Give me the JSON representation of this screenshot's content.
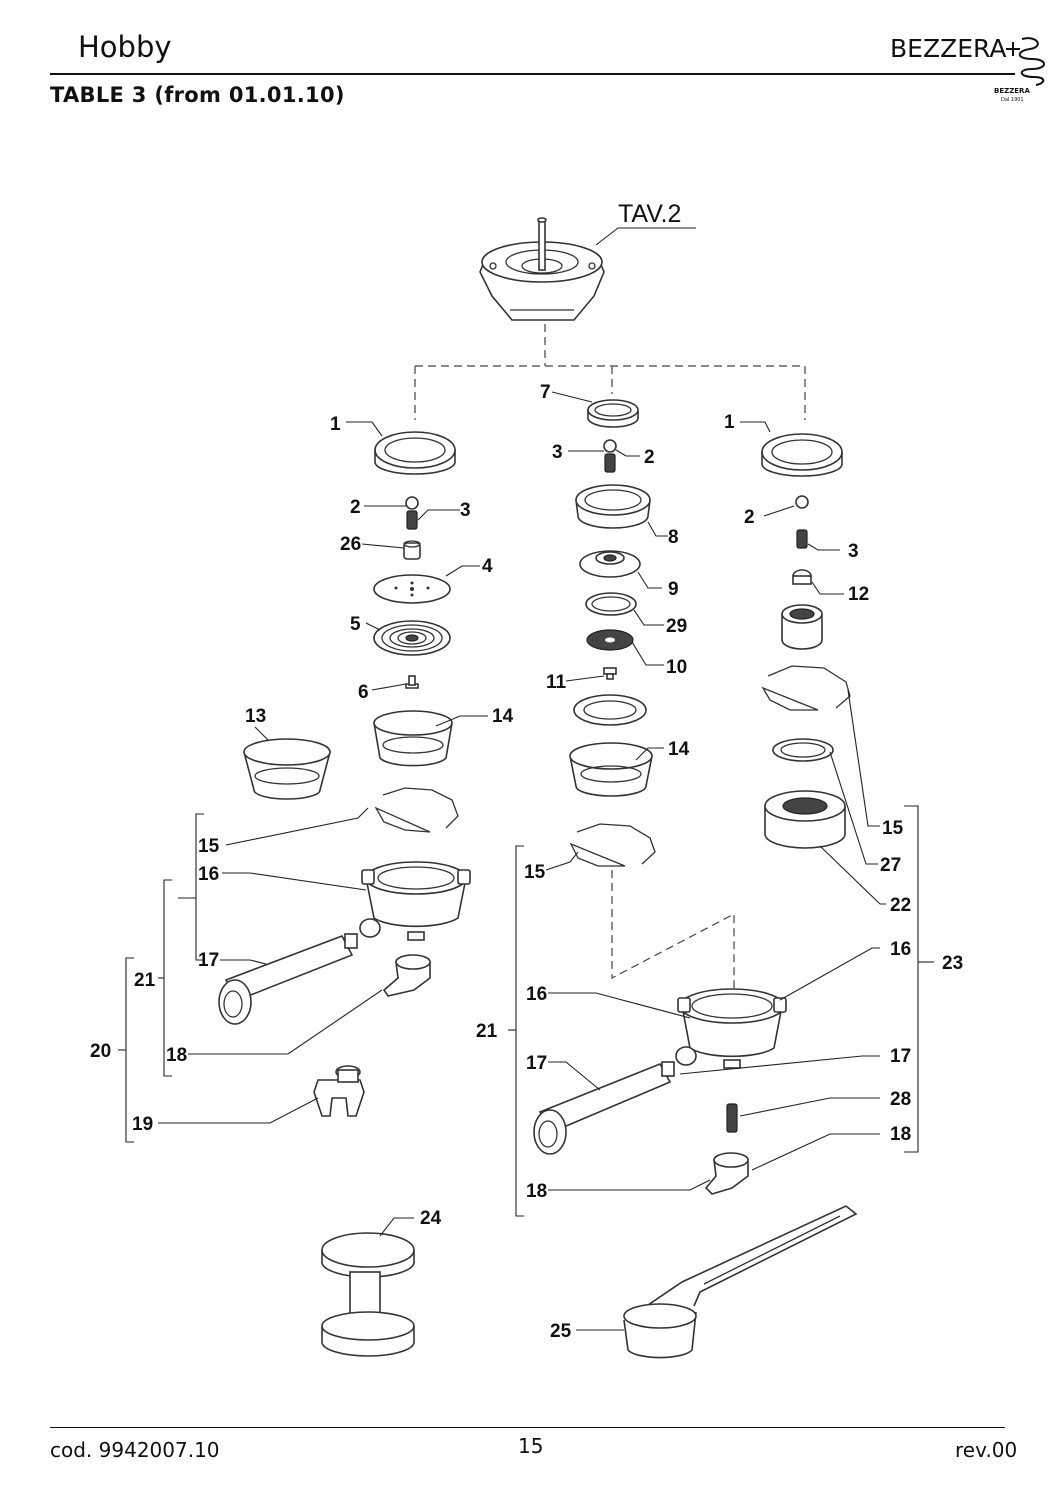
{
  "header": {
    "model": "Hobby",
    "table_title": "TABLE 3 (from 01.01.10)",
    "brand": "BEZZERA",
    "brand_tag": "BEZZERA",
    "brand_year": "Dal 1901"
  },
  "diagram": {
    "reference": "TAV.2",
    "callouts": {
      "c_1_left": "1",
      "c_1_right": "1",
      "c_2_left": "2",
      "c_2_center": "2",
      "c_2_right": "2",
      "c_3_left": "3",
      "c_3_center": "3",
      "c_3_right": "3",
      "c_4": "4",
      "c_5": "5",
      "c_6": "6",
      "c_7": "7",
      "c_8": "8",
      "c_9": "9",
      "c_10": "10",
      "c_11": "11",
      "c_12": "12",
      "c_13": "13",
      "c_14_left": "14",
      "c_14_center": "14",
      "c_15_left": "15",
      "c_15_center": "15",
      "c_15_right": "15",
      "c_16_left": "16",
      "c_16_center": "16",
      "c_16_right": "16",
      "c_17_left": "17",
      "c_17_center": "17",
      "c_17_right": "17",
      "c_18_left": "18",
      "c_18_center": "18",
      "c_18_right": "18",
      "c_19": "19",
      "c_20": "20",
      "c_21_left": "21",
      "c_21_center": "21",
      "c_22": "22",
      "c_23": "23",
      "c_24": "24",
      "c_25": "25",
      "c_26": "26",
      "c_27": "27",
      "c_28": "28",
      "c_29": "29"
    }
  },
  "footer": {
    "code": "cod. 9942007.10",
    "page": "15",
    "revision": "rev.00"
  }
}
